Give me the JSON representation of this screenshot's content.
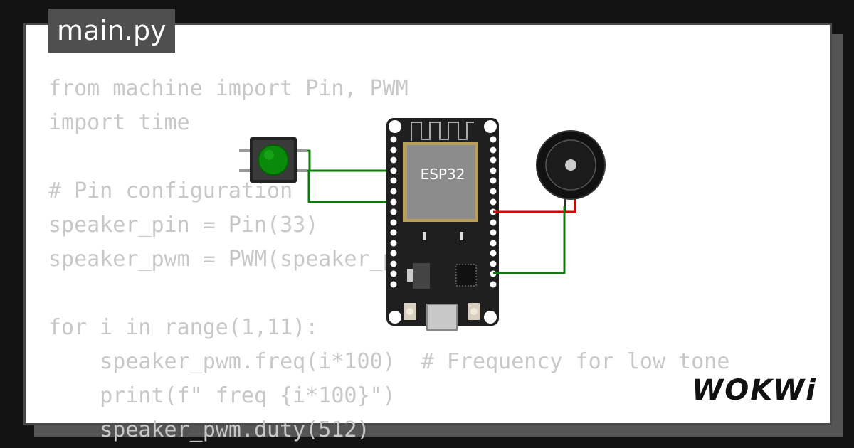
{
  "file_tab": {
    "label": "main.py"
  },
  "code_lines": [
    "from machine import Pin, PWM",
    "import time",
    "",
    "# Pin configuration",
    "speaker_pin = Pin(33)",
    "speaker_pwm = PWM(speaker_pin)",
    "",
    "for i in range(1,11):",
    "    speaker_pwm.freq(i*100)  # Frequency for low tone",
    "    print(f\" freq {i*100}\")",
    "    speaker_pwm.duty(512)"
  ],
  "board": {
    "label": "ESP32"
  },
  "brand": {
    "logo_text": "WOKWi"
  },
  "colors": {
    "wire_green": "#0a7d0a",
    "wire_red": "#e00000",
    "button_cap": "#0a8a0a",
    "board_body": "#1f1f1f",
    "chip": "#8c8c8c"
  },
  "components": [
    "pushbutton",
    "esp32-devkit",
    "piezo-buzzer"
  ]
}
